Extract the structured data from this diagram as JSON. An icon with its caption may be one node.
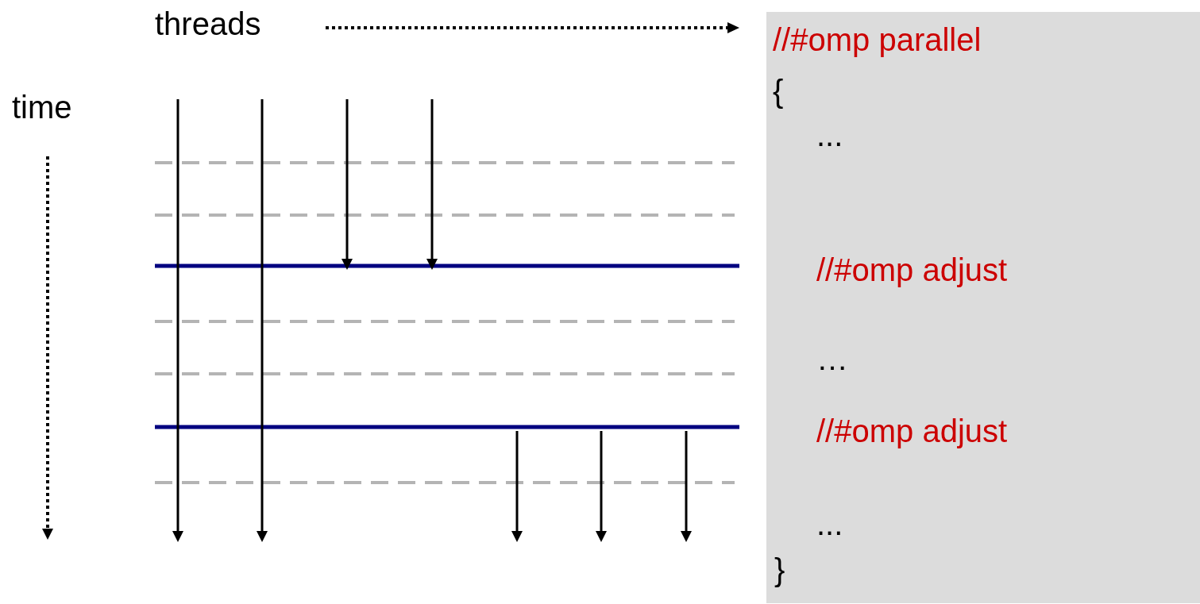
{
  "diagram": {
    "nodes": [
      {
        "text": [
          "//#omp parallel",
          "{",
          "...",
          "//#omp adjust",
          "…",
          "//#omp adjust",
          "...",
          "}"
        ]
      }
    ],
    "labels": [
      "threads",
      "time"
    ]
  }
}
